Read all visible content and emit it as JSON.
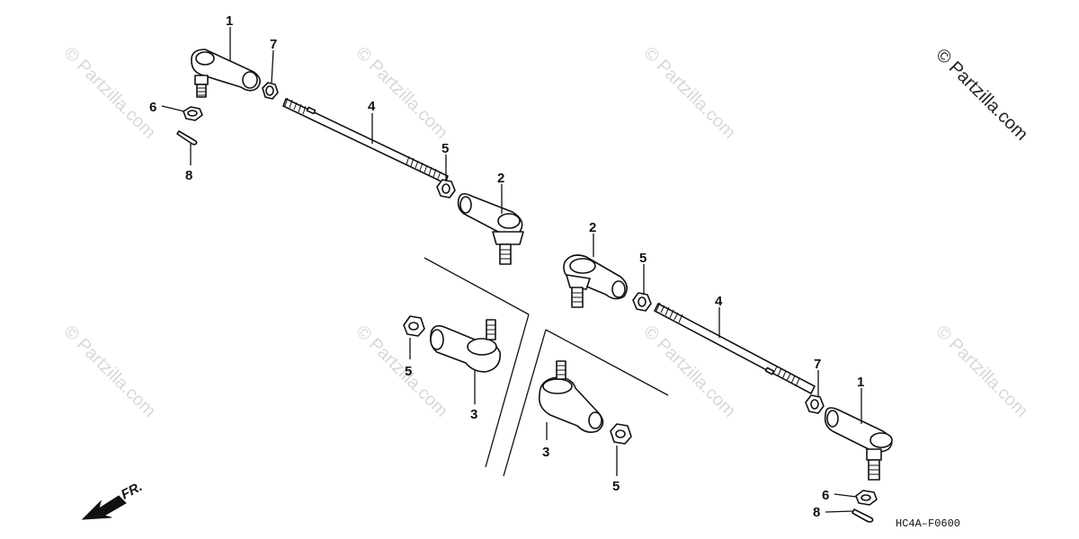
{
  "diagram": {
    "copyright": "© Partzilla.com",
    "watermark": "© Partzilla.com",
    "front_label": "FR.",
    "diagram_code": "HC4A–F0600",
    "callouts": [
      "1",
      "7",
      "6",
      "8",
      "4",
      "5",
      "2",
      "2",
      "5",
      "4",
      "5",
      "3",
      "3",
      "5",
      "7",
      "1",
      "6",
      "8"
    ]
  }
}
